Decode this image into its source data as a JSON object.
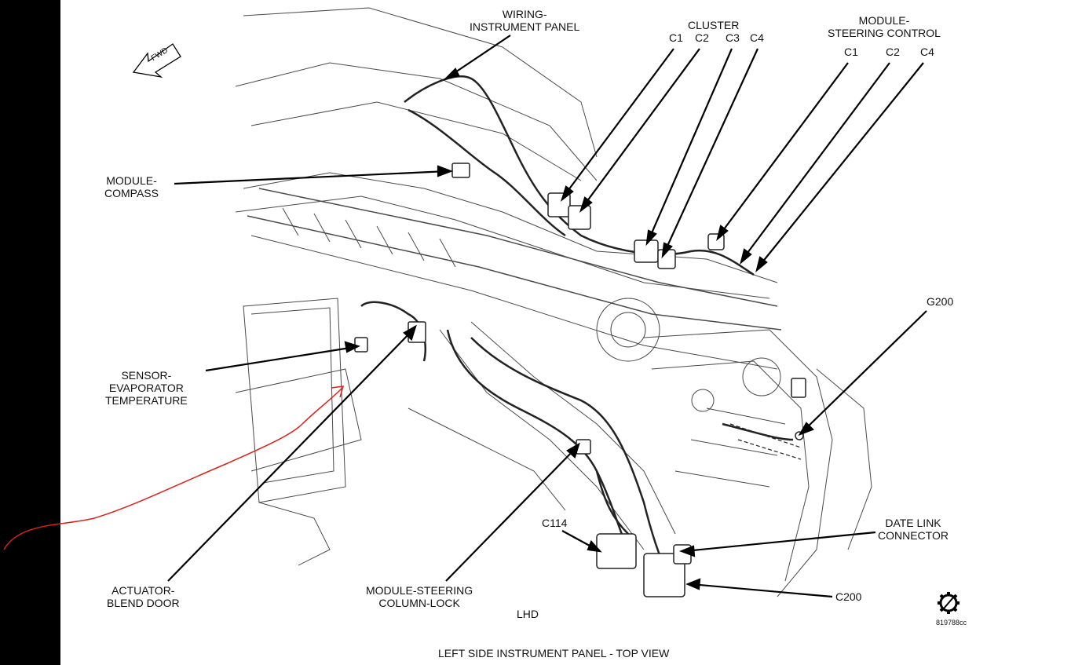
{
  "labels": {
    "wiring_ip": [
      "WIRING-",
      "INSTRUMENT PANEL"
    ],
    "cluster_title": "CLUSTER",
    "cluster_connectors": [
      "C1",
      "C2",
      "C3",
      "C4"
    ],
    "steering_control": [
      "MODULE-",
      "STEERING CONTROL"
    ],
    "steering_connectors": [
      "C1",
      "C2",
      "C4"
    ],
    "module_compass": [
      "MODULE-",
      "COMPASS"
    ],
    "sensor_evap": [
      "SENSOR-",
      "EVAPORATOR",
      "TEMPERATURE"
    ],
    "actuator_blend": [
      "ACTUATOR-",
      "BLEND DOOR"
    ],
    "module_steering_column": [
      "MODULE-STEERING",
      "COLUMN-LOCK"
    ],
    "lhd": "LHD",
    "c114": "C114",
    "g200": "G200",
    "date_link": [
      "DATE LINK",
      "CONNECTOR"
    ],
    "c200": "C200",
    "fwd": "FWD",
    "figure_id": "819788cc",
    "caption": "LEFT SIDE INSTRUMENT PANEL  - TOP VIEW"
  },
  "icons": {
    "gear": "gear-icon",
    "fwd_arrow": "forward-arrow-icon"
  },
  "colors": {
    "annotation": "#d9231c",
    "ink": "#111111",
    "background": "#ffffff",
    "left_bar": "#000000"
  }
}
